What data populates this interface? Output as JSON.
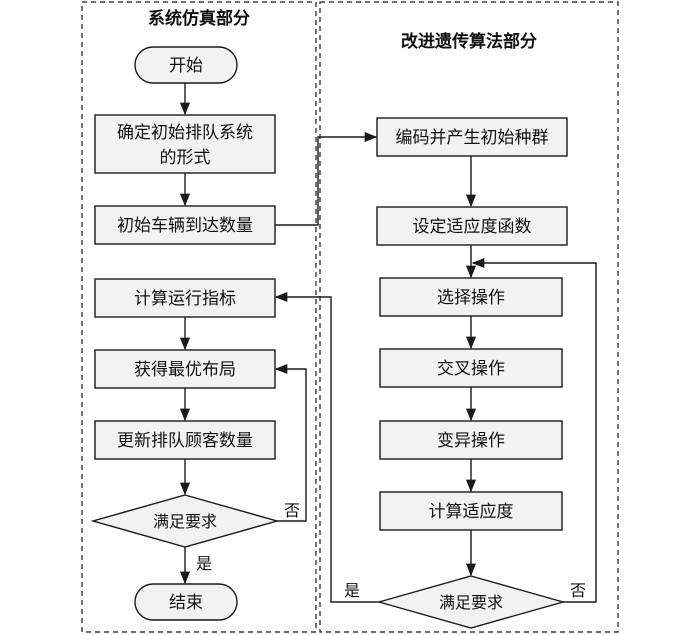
{
  "left_panel": {
    "title": "系统仿真部分",
    "start": "开始",
    "step1_line1": "确定初始排队系统",
    "step1_line2": "的形式",
    "step2": "初始车辆到达数量",
    "step3": "计算运行指标",
    "step4": "获得最优布局",
    "step5": "更新排队顾客数量",
    "decision": "满足要求",
    "yes": "是",
    "no": "否",
    "end": "结束"
  },
  "right_panel": {
    "title": "改进遗传算法部分",
    "step1": "编码并产生初始种群",
    "step2": "设定适应度函数",
    "step3": "选择操作",
    "step4": "交叉操作",
    "step5": "变异操作",
    "step6": "计算适应度",
    "decision": "满足要求",
    "yes": "是",
    "no": "否"
  }
}
